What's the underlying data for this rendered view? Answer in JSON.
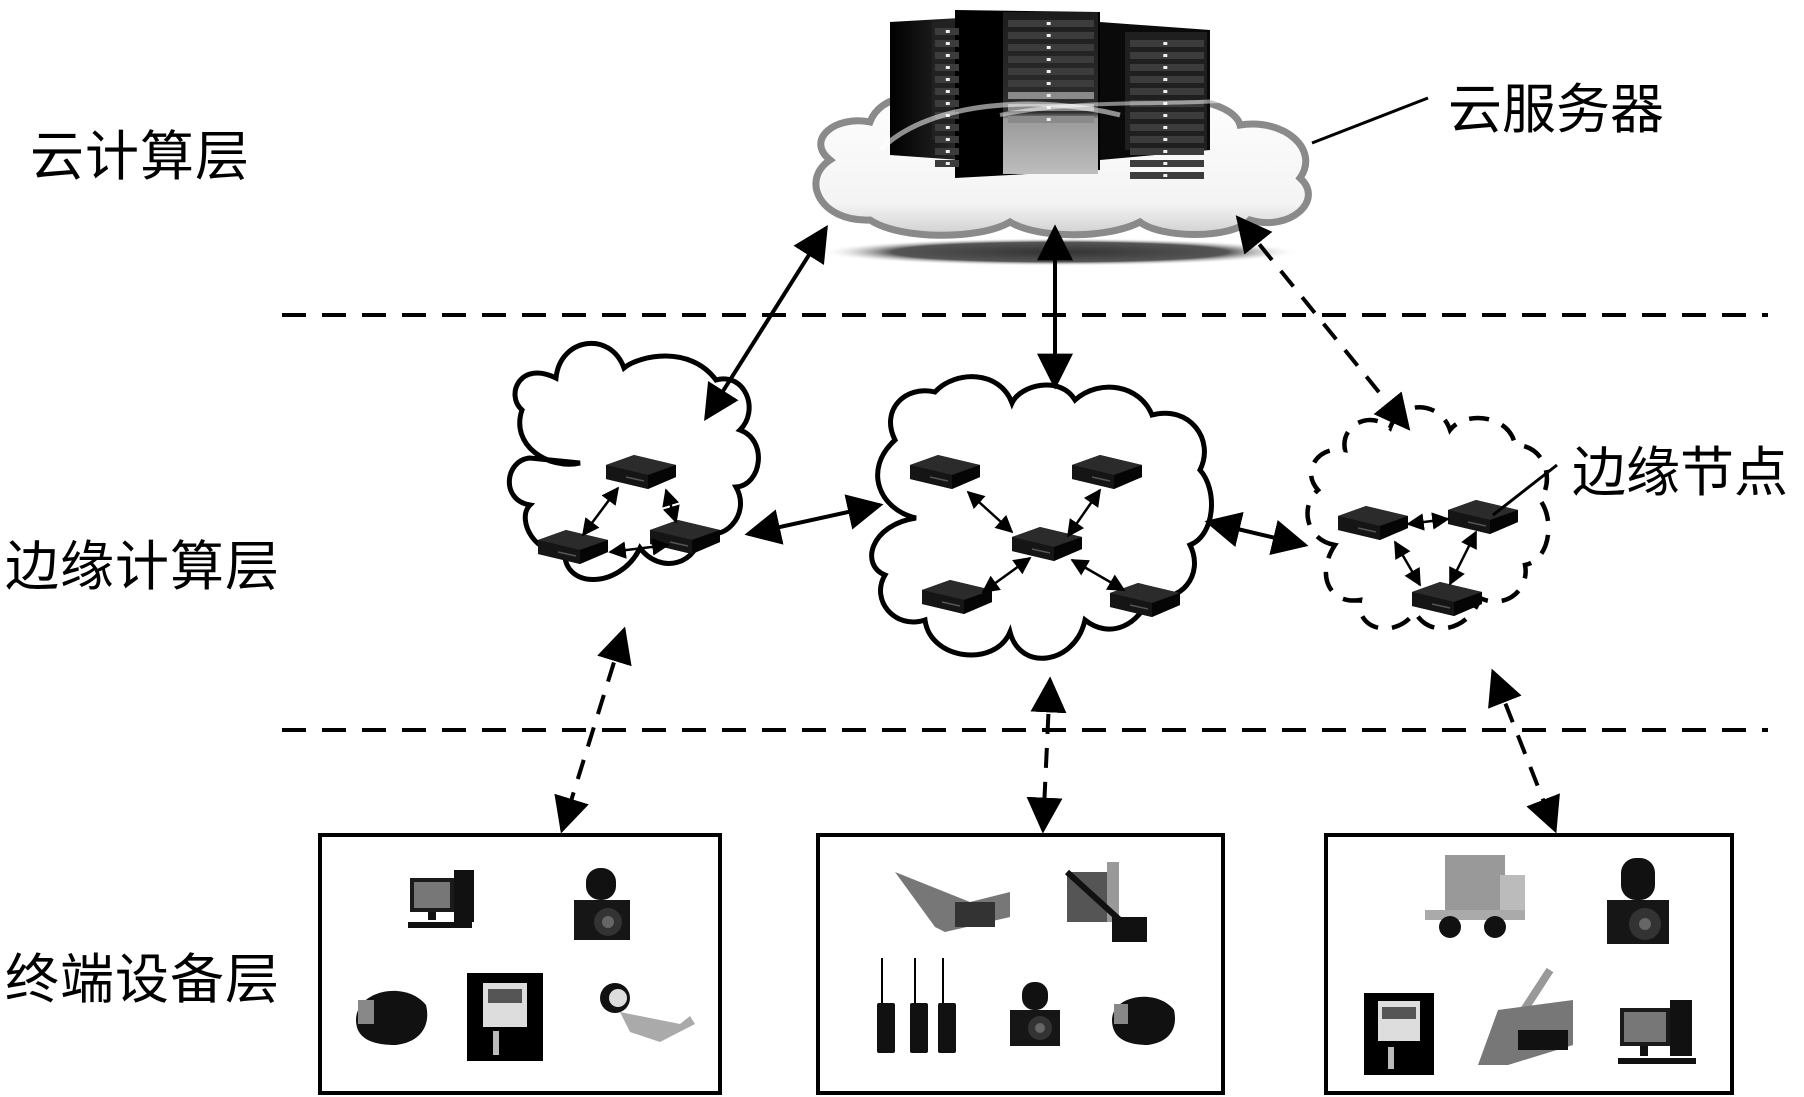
{
  "diagram": {
    "type": "cloud-edge-terminal architecture",
    "layers": [
      {
        "id": "cloud",
        "label": "云计算层"
      },
      {
        "id": "edge",
        "label": "边缘计算层"
      },
      {
        "id": "terminal",
        "label": "终端设备层"
      }
    ],
    "callouts": {
      "cloud_server": "云服务器",
      "edge_node": "边缘节点"
    },
    "edge_clusters": [
      {
        "id": "left",
        "border": "solid",
        "node_count": 3,
        "topology": "triangle"
      },
      {
        "id": "middle",
        "border": "solid",
        "node_count": 5,
        "topology": "star"
      },
      {
        "id": "right",
        "border": "dashed",
        "node_count": 3,
        "topology": "triangle"
      }
    ],
    "connections": [
      {
        "from": "cloud",
        "to": "edge-left",
        "style": "solid",
        "direction": "bidirectional"
      },
      {
        "from": "cloud",
        "to": "edge-middle",
        "style": "solid",
        "direction": "bidirectional"
      },
      {
        "from": "cloud",
        "to": "edge-right",
        "style": "dashed",
        "direction": "bidirectional"
      },
      {
        "from": "edge-left",
        "to": "edge-middle",
        "style": "solid",
        "direction": "bidirectional"
      },
      {
        "from": "edge-middle",
        "to": "edge-right",
        "style": "solid",
        "direction": "bidirectional"
      },
      {
        "from": "edge-left",
        "to": "terminal-left",
        "style": "dashed",
        "direction": "bidirectional"
      },
      {
        "from": "edge-middle",
        "to": "terminal-middle",
        "style": "dashed",
        "direction": "bidirectional"
      },
      {
        "from": "edge-right",
        "to": "terminal-right",
        "style": "dashed",
        "direction": "bidirectional"
      }
    ],
    "terminal_groups": [
      {
        "id": "left",
        "devices": [
          "desktop-computer",
          "explosion-proof-camera",
          "miner-helmet-lamp",
          "gas-monitor",
          "conveyor-sensor"
        ]
      },
      {
        "id": "middle",
        "devices": [
          "shearer-conveyor",
          "roadheader",
          "walkie-talkie",
          "walkie-talkie",
          "walkie-talkie",
          "explosion-proof-camera",
          "miner-helmet-lamp"
        ]
      },
      {
        "id": "right",
        "devices": [
          "concrete-sprayer",
          "explosion-proof-camera",
          "gas-monitor",
          "drilling-rig",
          "desktop-computer"
        ]
      }
    ],
    "colors": {
      "line": "#000000",
      "node": "#1a1a1a",
      "background": "#ffffff"
    }
  }
}
